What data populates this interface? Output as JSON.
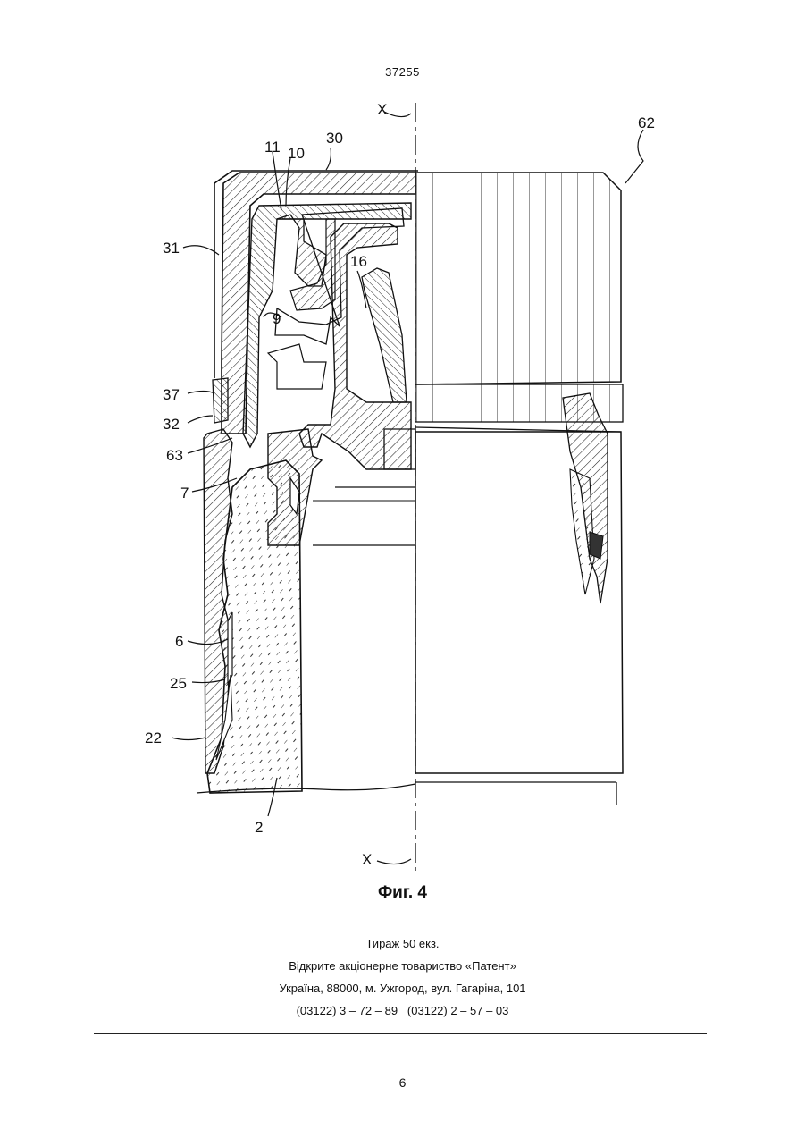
{
  "header": {
    "patent_number": "37255"
  },
  "figure": {
    "labels": {
      "axis_top": "X",
      "axis_bottom": "X",
      "ref_62": "62",
      "ref_30": "30",
      "ref_11": "11",
      "ref_10": "10",
      "ref_31": "31",
      "ref_16": "16",
      "ref_9": "9",
      "ref_37": "37",
      "ref_32": "32",
      "ref_63": "63",
      "ref_7": "7",
      "ref_6": "6",
      "ref_25": "25",
      "ref_22": "22",
      "ref_2": "2"
    },
    "caption": "Фиг. 4"
  },
  "imprint": {
    "circulation": "Тираж 50 екз.",
    "company": "Відкрите акціонерне товариство «Патент»",
    "address": "Україна, 88000, м. Ужгород, вул. Гагаріна, 101",
    "phones": "(03122) 3 – 72 – 89   (03122) 2 – 57 – 03"
  },
  "footer": {
    "page_number": "6"
  }
}
